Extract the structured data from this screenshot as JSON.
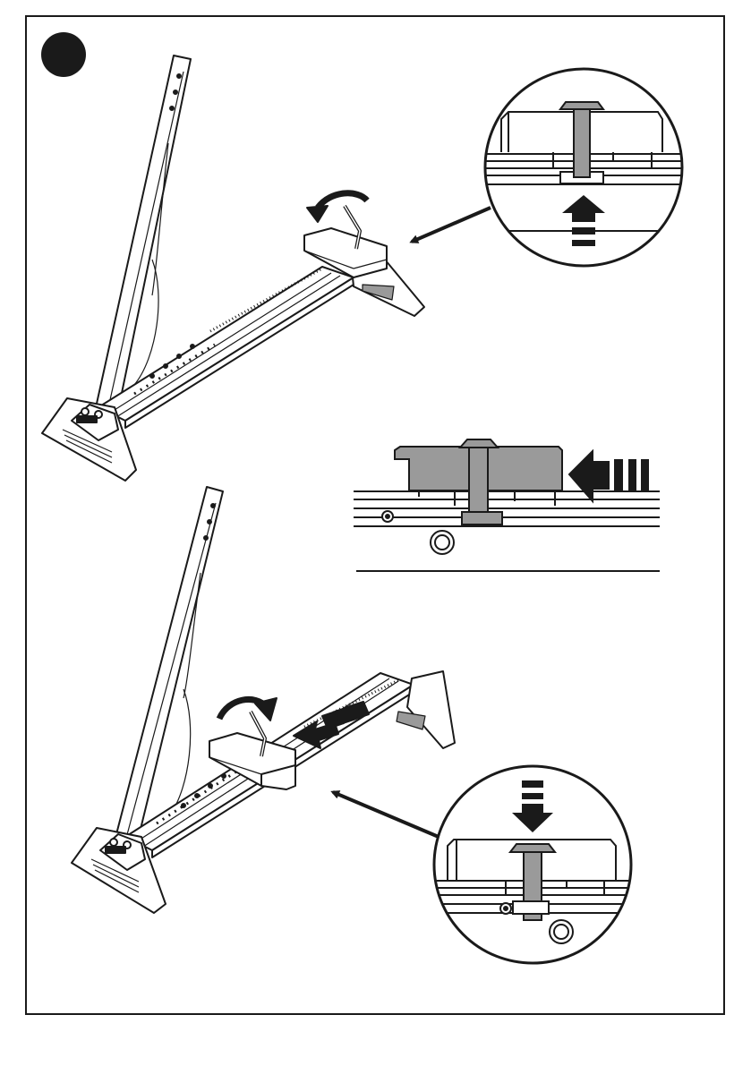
{
  "page": {
    "background": "#ffffff",
    "line_color": "#1a1a1a",
    "part_fill": "#9a9a9a"
  },
  "step": {
    "badge_text": "",
    "badge_color": "#1a1a1a"
  },
  "figures": [
    {
      "name": "stand-loosen",
      "detail": "bolt-loosen-detail",
      "rotation": "counter-clockwise",
      "arrow": "up"
    },
    {
      "name": "slide-detail",
      "direction": "left"
    },
    {
      "name": "stand-tighten",
      "detail": "bolt-tighten-detail",
      "rotation": "clockwise",
      "arrow": "down"
    }
  ]
}
